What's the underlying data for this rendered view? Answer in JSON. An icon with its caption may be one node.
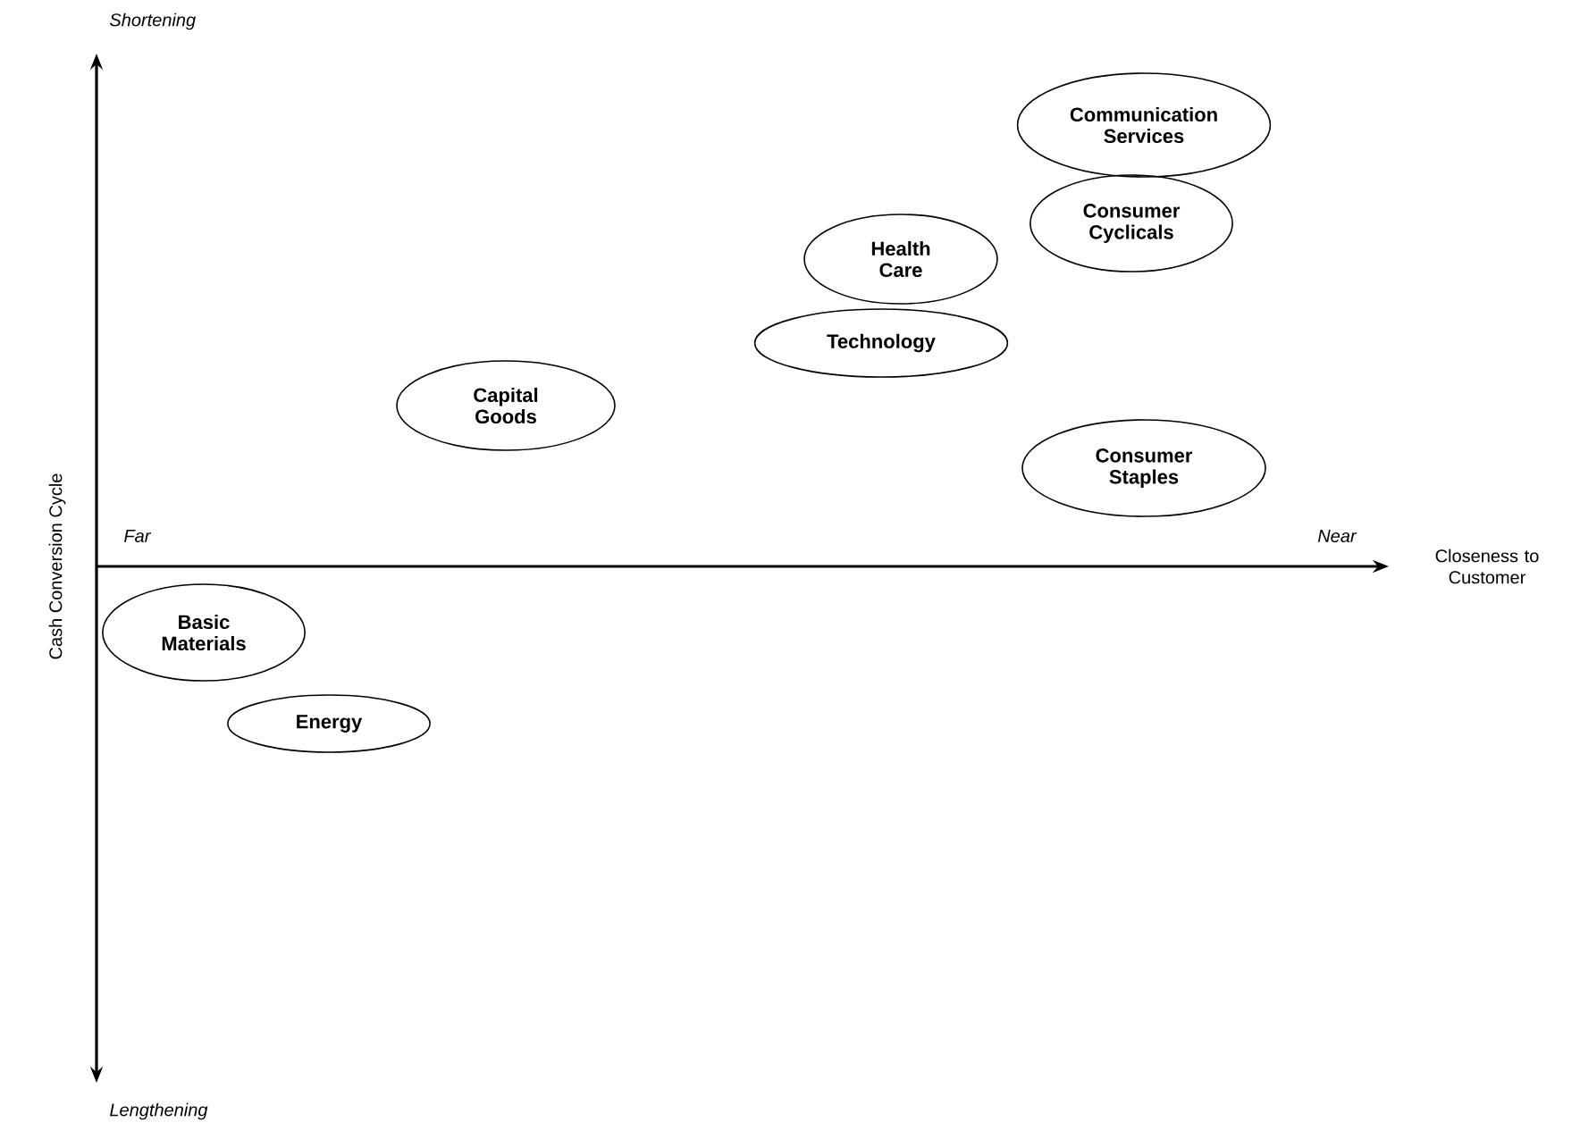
{
  "diagram": {
    "nodes": [
      {
        "text": [
          "Communication Services"
        ]
      },
      {
        "text": [
          "Consumer Cyclicals"
        ]
      },
      {
        "text": [
          "Health Care"
        ]
      },
      {
        "text": [
          "Technology"
        ]
      },
      {
        "text": [
          "Capital Goods"
        ]
      },
      {
        "text": [
          "Consumer Staples"
        ]
      },
      {
        "text": [
          "Basic Materials"
        ]
      },
      {
        "text": [
          "Energy"
        ]
      }
    ],
    "labels": [
      "Shortening",
      "Cash Conversion Cycle",
      "Far",
      "Near",
      "Closeness to Customer",
      "Lengthening"
    ]
  }
}
